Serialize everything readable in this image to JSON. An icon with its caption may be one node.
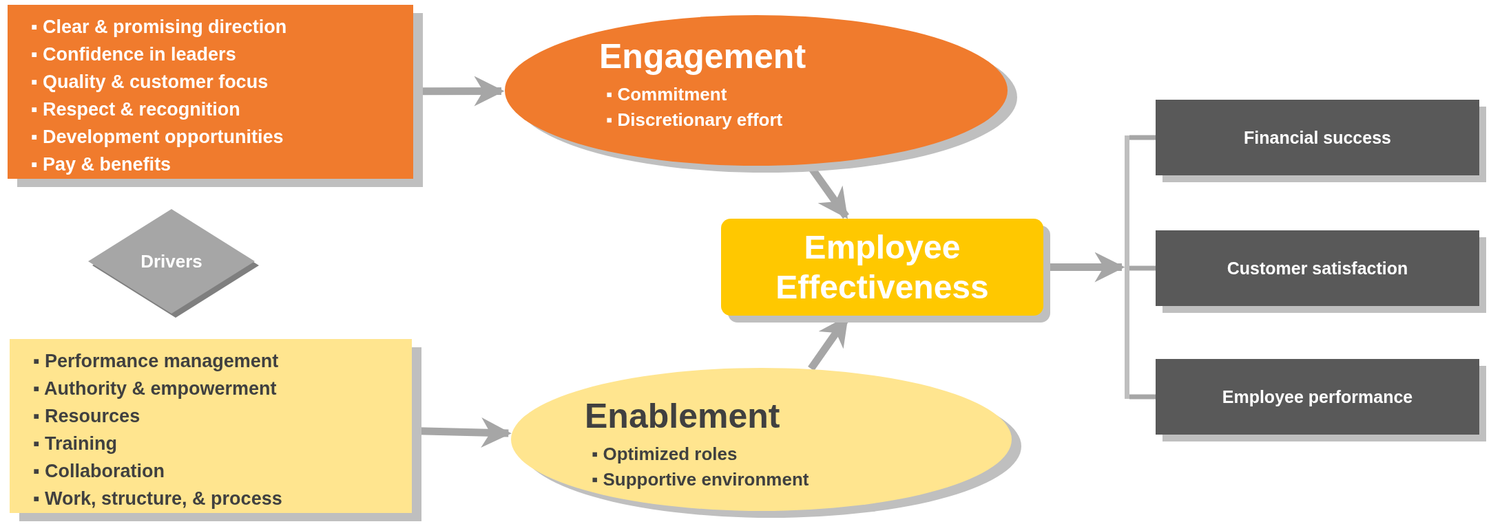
{
  "diagram": {
    "nodes": [
      {
        "text": [
          "▪ Clear & promising direction",
          "▪ Confidence in leaders",
          "▪ Quality & customer focus",
          "▪ Respect & recognition",
          "▪ Development opportunities",
          "▪ Pay & benefits"
        ]
      },
      {
        "text": [
          "Engagement",
          "▪ Commitment",
          "▪ Discretionary effort"
        ]
      },
      {
        "text": [
          "Drivers"
        ]
      },
      {
        "text": [
          "▪ Performance management",
          "▪ Authority & empowerment",
          "▪ Resources",
          "▪ Training",
          "▪ Collaboration",
          "▪ Work, structure, & process"
        ]
      },
      {
        "text": [
          "Enablement",
          "▪ Optimized roles",
          "▪ Supportive environment"
        ]
      },
      {
        "text": [
          "Employee Effectiveness"
        ]
      },
      {
        "text": [
          "Financial success"
        ]
      },
      {
        "text": [
          "Customer satisfaction"
        ]
      },
      {
        "text": [
          "Employee performance"
        ]
      },
      {
        "text": [],
        "shape": "bar"
      }
    ],
    "edges": [
      {
        "from": 0,
        "to": 1,
        "arrow": "to"
      },
      {
        "from": 3,
        "to": 4,
        "arrow": "to"
      },
      {
        "from": 1,
        "to": 5,
        "arrow": "to"
      },
      {
        "from": 4,
        "to": 5,
        "arrow": "to"
      },
      {
        "from": 5,
        "to": 9,
        "arrow": "to"
      },
      {
        "from": 9,
        "to": 6,
        "arrow": "none"
      },
      {
        "from": 9,
        "to": 7,
        "arrow": "none"
      },
      {
        "from": 9,
        "to": 8,
        "arrow": "none"
      }
    ]
  }
}
